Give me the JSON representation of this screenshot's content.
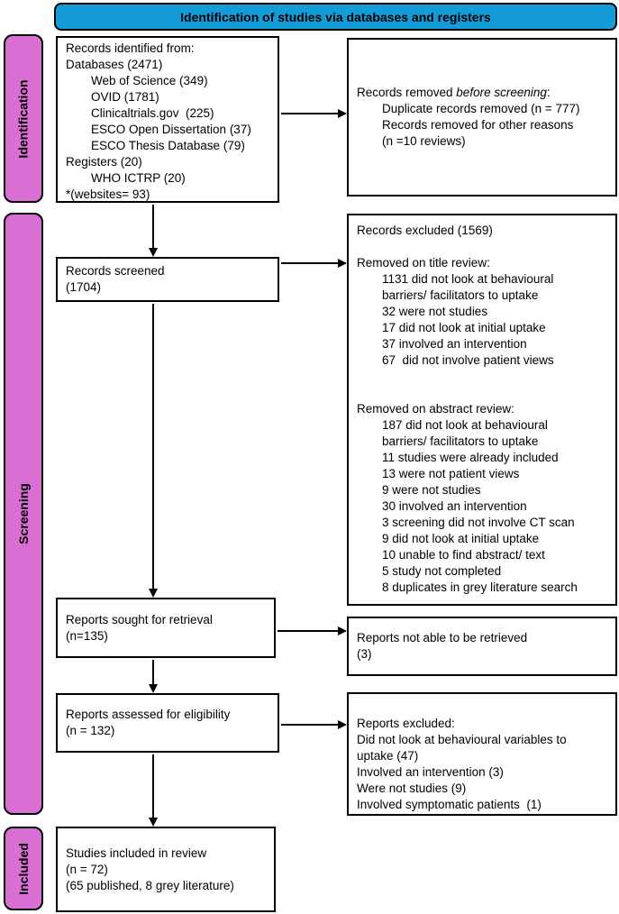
{
  "title": "Identification of studies via databases and registers",
  "colors": {
    "header_bg": "#149CD8",
    "stage_bg": "#D96FD3",
    "box_border": "#000000",
    "box_bg": "#FFFFFF"
  },
  "stages": {
    "identification": "Identification",
    "screening": "Screening",
    "included": "Included"
  },
  "boxes": {
    "records_identified": {
      "lines": [
        {
          "t": "Records identified from:",
          "i": 0
        },
        {
          "t": "Databases (2471)",
          "i": 0
        },
        {
          "t": "Web of Science (349)",
          "i": 1
        },
        {
          "t": "OVID (1781)",
          "i": 1
        },
        {
          "t": "Clinicaltrials.gov  (225)",
          "i": 1
        },
        {
          "t": "ESCO Open Dissertation (37)",
          "i": 1
        },
        {
          "t": "ESCO Thesis Database (79)",
          "i": 1
        },
        {
          "t": "Registers (20)",
          "i": 0
        },
        {
          "t": "WHO ICTRP (20)",
          "i": 1
        },
        {
          "t": "*(websites= 93)",
          "i": 0
        }
      ]
    },
    "records_removed": {
      "lines": [
        {
          "pre": "Records removed ",
          "em": "before screening",
          "post": ":",
          "i": 0
        },
        {
          "t": "Duplicate records removed (n = 777)",
          "i": 1
        },
        {
          "t": "Records removed for other reasons",
          "i": 1
        },
        {
          "t": "(n =10 reviews)",
          "i": 1
        }
      ]
    },
    "records_screened": {
      "lines": [
        {
          "t": "Records screened",
          "i": 0
        },
        {
          "t": "(1704)",
          "i": 0
        }
      ]
    },
    "records_excluded": {
      "lines": [
        {
          "t": "Records excluded (1569)",
          "i": 0
        },
        {
          "t": "",
          "i": 0
        },
        {
          "t": "Removed on title review:",
          "i": 0
        },
        {
          "t": "1131 did not look at behavioural",
          "i": 1
        },
        {
          "t": "barriers/ facilitators to uptake",
          "i": 1
        },
        {
          "t": "32 were not studies",
          "i": 1
        },
        {
          "t": "17 did not look at initial uptake",
          "i": 1
        },
        {
          "t": "37 involved an intervention",
          "i": 1
        },
        {
          "t": "67  did not involve patient views",
          "i": 1
        },
        {
          "t": "",
          "i": 0
        },
        {
          "t": "",
          "i": 0
        },
        {
          "t": "Removed on abstract review:",
          "i": 0
        },
        {
          "t": "187 did not look at behavioural",
          "i": 1
        },
        {
          "t": "barriers/ facilitators to uptake",
          "i": 1
        },
        {
          "t": "11 studies were already included",
          "i": 1
        },
        {
          "t": "13 were not patient views",
          "i": 1
        },
        {
          "t": "9 were not studies",
          "i": 1
        },
        {
          "t": "30 involved an intervention",
          "i": 1
        },
        {
          "t": "3 screening did not involve CT scan",
          "i": 1
        },
        {
          "t": "9 did not look at initial uptake",
          "i": 1
        },
        {
          "t": "10 unable to find abstract/ text",
          "i": 1
        },
        {
          "t": "5 study not completed",
          "i": 1
        },
        {
          "t": "8 duplicates in grey literature search",
          "i": 1
        }
      ]
    },
    "reports_sought": {
      "lines": [
        {
          "t": "Reports sought for retrieval",
          "i": 0
        },
        {
          "t": "(n=135)",
          "i": 0
        }
      ]
    },
    "reports_not_retrieved": {
      "lines": [
        {
          "t": "Reports not able to be retrieved",
          "i": 0
        },
        {
          "t": "(3)",
          "i": 0
        }
      ]
    },
    "reports_assessed": {
      "lines": [
        {
          "t": "Reports assessed for eligibility",
          "i": 0
        },
        {
          "t": "(n = 132)",
          "i": 0
        }
      ]
    },
    "reports_excluded": {
      "lines": [
        {
          "t": "Reports excluded:",
          "i": 0
        },
        {
          "t": "Did not look at behavioural variables to",
          "i": 0
        },
        {
          "t": "uptake (47)",
          "i": 0
        },
        {
          "t": "Involved an intervention (3)",
          "i": 0
        },
        {
          "t": "Were not studies (9)",
          "i": 0
        },
        {
          "t": "Involved symptomatic patients  (1)",
          "i": 0
        }
      ]
    },
    "studies_included": {
      "lines": [
        {
          "t": "Studies included in review",
          "i": 0
        },
        {
          "t": "(n = 72)",
          "i": 0
        },
        {
          "t": "(65 published, 8 grey literature)",
          "i": 0
        }
      ]
    }
  }
}
